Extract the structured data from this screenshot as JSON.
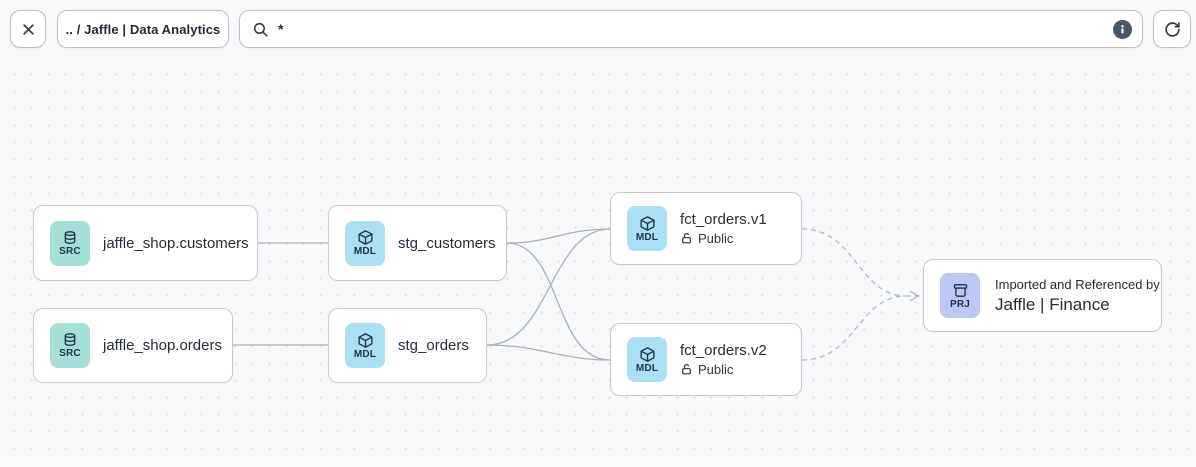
{
  "toolbar": {
    "breadcrumb": ".. / Jaffle | Data Analytics",
    "search": {
      "value": "*",
      "placeholder": ""
    },
    "icons": [
      "close",
      "search",
      "info",
      "refresh"
    ]
  },
  "graph": {
    "nodes": [
      {
        "type_badge": "SRC",
        "label": "jaffle_shop.customers"
      },
      {
        "type_badge": "SRC",
        "label": "jaffle_shop.orders"
      },
      {
        "type_badge": "MDL",
        "label": "stg_customers"
      },
      {
        "type_badge": "MDL",
        "label": "stg_orders"
      },
      {
        "type_badge": "MDL",
        "label": "fct_orders.v1",
        "access": "Public"
      },
      {
        "type_badge": "MDL",
        "label": "fct_orders.v2",
        "access": "Public"
      },
      {
        "type_badge": "PRJ",
        "caption": "Imported and Referenced by",
        "label": "Jaffle | Finance"
      }
    ],
    "edges": [
      {
        "from": "jaffle_shop.customers",
        "to": "stg_customers",
        "style": "solid"
      },
      {
        "from": "jaffle_shop.orders",
        "to": "stg_orders",
        "style": "solid"
      },
      {
        "from": "stg_customers",
        "to": "fct_orders.v1",
        "style": "solid"
      },
      {
        "from": "stg_customers",
        "to": "fct_orders.v2",
        "style": "solid"
      },
      {
        "from": "stg_orders",
        "to": "fct_orders.v1",
        "style": "solid"
      },
      {
        "from": "stg_orders",
        "to": "fct_orders.v2",
        "style": "solid"
      },
      {
        "from": "fct_orders.v1",
        "to": "Jaffle | Finance",
        "style": "dashed"
      },
      {
        "from": "fct_orders.v2",
        "to": "Jaffle | Finance",
        "style": "dashed"
      }
    ]
  },
  "colors": {
    "src_tile": "#a4e0d8",
    "mdl_tile": "#abdff5",
    "prj_tile": "#bdc7f7",
    "glyph": "#1f3347",
    "edge_solid": "#a9b0bc",
    "edge_dashed": "#b4bac4",
    "canvas_bg": "#f8f9fb",
    "node_border": "#c5ccd5",
    "info_circle": "#49576a"
  }
}
